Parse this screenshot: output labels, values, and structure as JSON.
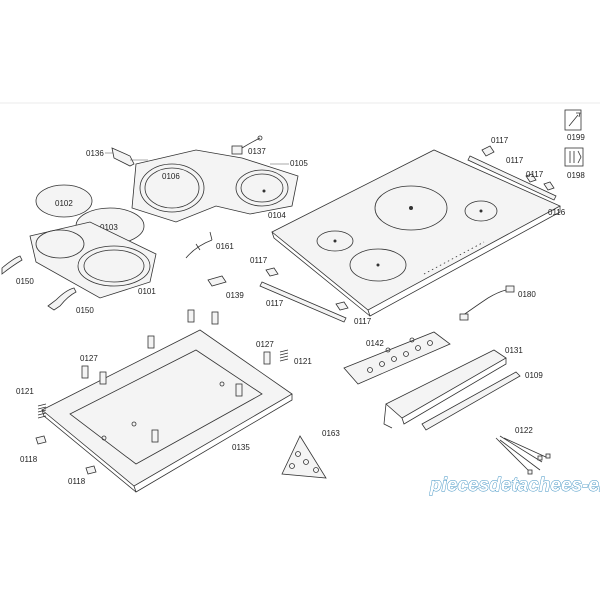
{
  "parts": {
    "p0199": "0199",
    "p0198": "0198",
    "p0136": "0136",
    "p0137": "0137",
    "p0106": "0106",
    "p0105": "0105",
    "p0102": "0102",
    "p0103": "0103",
    "p0104": "0104",
    "p0161": "0161",
    "p0150a": "0150",
    "p0150b": "0150",
    "p0101": "0101",
    "p0139": "0139",
    "p0117a": "0117",
    "p0117b": "0117",
    "p0117c": "0117",
    "p0117d": "0117",
    "p0117e": "0117",
    "p0117f": "0117",
    "p0116": "0116",
    "p0180": "0180",
    "p0142": "0142",
    "p0131": "0131",
    "p0109": "0109",
    "p0127a": "0127",
    "p0127b": "0127",
    "p0121a": "0121",
    "p0121b": "0121",
    "p0118a": "0118",
    "p0118b": "0118",
    "p0135": "0135",
    "p0163": "0163",
    "p0122": "0122"
  },
  "watermark": "piecesdetachees-elec.com",
  "colors": {
    "line": "#333333",
    "watermark_stroke": "#3a8fc1"
  }
}
